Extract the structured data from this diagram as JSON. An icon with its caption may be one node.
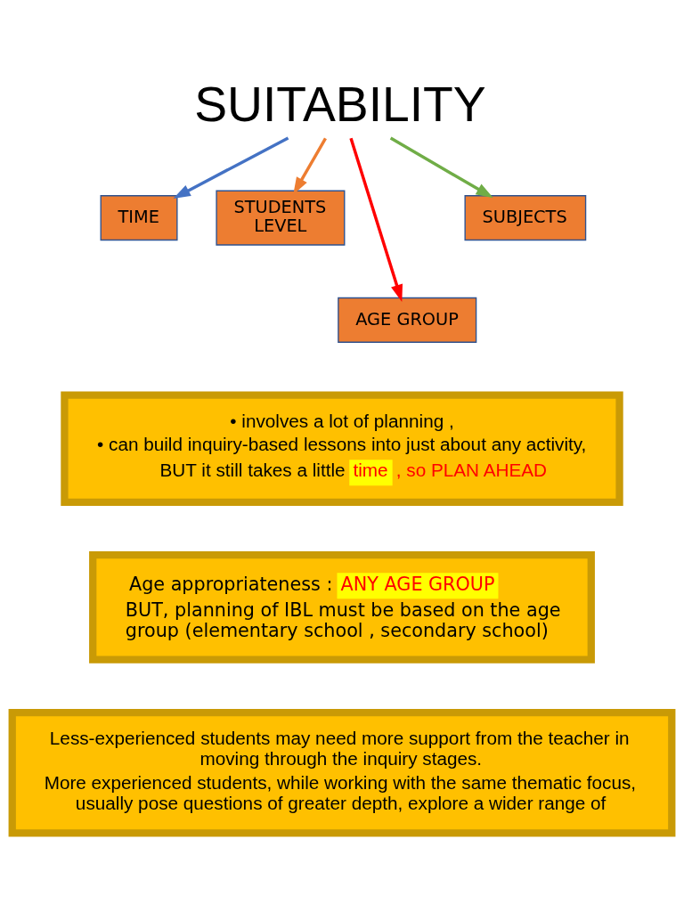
{
  "diagram": {
    "nodes": [
      {
        "text": [
          "SUITABILITY"
        ]
      },
      {
        "text": [
          "TIME"
        ]
      },
      {
        "text": [
          "STUDENTS LEVEL"
        ]
      },
      {
        "text": [
          "SUBJECTS"
        ]
      },
      {
        "text": [
          "AGE GROUP"
        ]
      },
      {
        "text": [
          "• involves a lot of planning ,",
          "• can build inquiry-based lessons into just about any activity,",
          "BUT it still takes a little",
          "time",
          ", so PLAN AHEAD"
        ]
      },
      {
        "text": [
          "Age appropriateness :",
          "ANY AGE GROUP",
          "BUT, planning of IBL must be based on the age group (elementary school , secondary school)"
        ]
      },
      {
        "text": [
          "Less-experienced students may need more support from the teacher in moving through the inquiry stages.",
          "More experienced students, while working with the same thematic focus, usually pose questions of greater depth, explore a wider range of"
        ]
      }
    ],
    "edges": [
      {
        "from": 0,
        "to": 1,
        "arrow": "to",
        "color": "#4472c4"
      },
      {
        "from": 0,
        "to": 2,
        "arrow": "to",
        "color": "#ed7d31"
      },
      {
        "from": 0,
        "to": 4,
        "arrow": "to",
        "color": "#ff0000"
      },
      {
        "from": 0,
        "to": 3,
        "arrow": "to",
        "color": "#70ad47"
      }
    ]
  }
}
